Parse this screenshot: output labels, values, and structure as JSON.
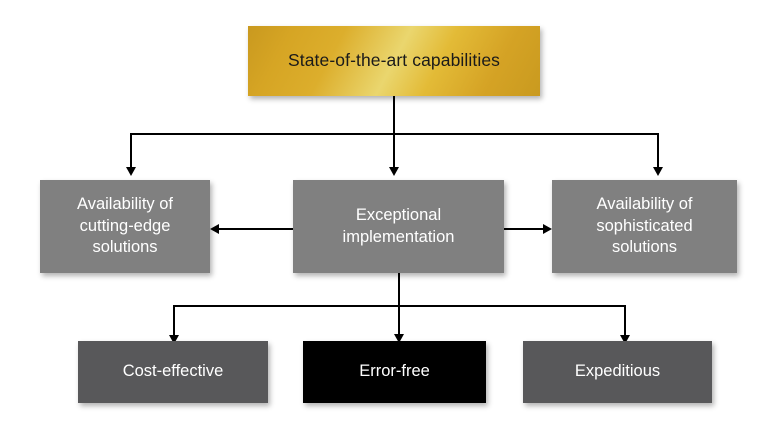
{
  "diagram": {
    "title_node": {
      "label": "State-of-the-art capabilities",
      "fill": "#d8a728",
      "text_color": "#1a1a1a"
    },
    "mid_row": [
      {
        "id": "availability-cutting-edge",
        "label": "Availability of\ncutting-edge\nsolutions",
        "fill": "#808080",
        "text_color": "#ffffff"
      },
      {
        "id": "exceptional-implementation",
        "label": "Exceptional\nimplementation",
        "fill": "#808080",
        "text_color": "#ffffff"
      },
      {
        "id": "availability-sophisticated",
        "label": "Availability of\nsophisticated\nsolutions",
        "fill": "#808080",
        "text_color": "#ffffff"
      }
    ],
    "bottom_row": [
      {
        "id": "cost-effective",
        "label": "Cost-effective",
        "fill": "#58585a",
        "text_color": "#ffffff"
      },
      {
        "id": "error-free",
        "label": "Error-free",
        "fill": "#000000",
        "text_color": "#ffffff"
      },
      {
        "id": "expeditious",
        "label": "Expeditious",
        "fill": "#58585a",
        "text_color": "#ffffff"
      }
    ],
    "connectors": {
      "line_color": "#000000",
      "arrow_style": "solid-triangle",
      "top_bus_label": "root-to-mid-row",
      "bottom_bus_label": "center-to-bottom-row",
      "lateral_left_label": "center-to-left",
      "lateral_right_label": "center-to-right"
    }
  }
}
